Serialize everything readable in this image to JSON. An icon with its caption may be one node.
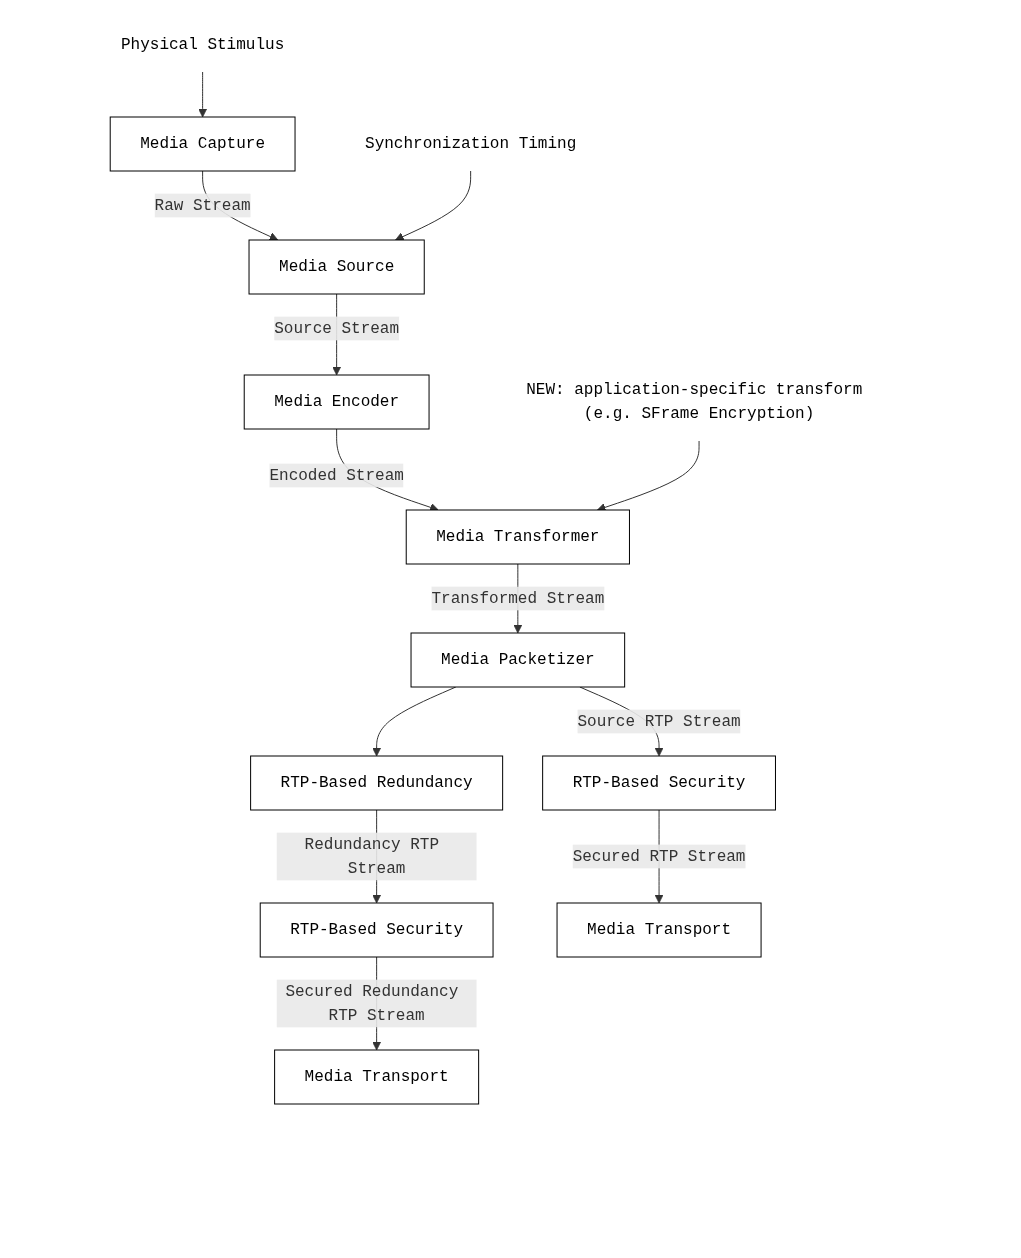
{
  "diagram": {
    "nodes": [
      {
        "text": [
          "Physical Stimulus"
        ]
      },
      {
        "text": [
          "Media Capture"
        ]
      },
      {
        "text": [
          "Media Source"
        ]
      },
      {
        "text": [
          "Synchronization Timing"
        ]
      },
      {
        "text": [
          "Media Encoder"
        ]
      },
      {
        "text": [
          "Media Transformer"
        ]
      },
      {
        "text": [
          "NEW: application-specific transform (e.g. SFrame Encryption)"
        ]
      },
      {
        "text": [
          "Media Packetizer"
        ]
      },
      {
        "text": [
          "RTP-Based Redundancy"
        ]
      },
      {
        "text": [
          "RTP-Based Security"
        ]
      },
      {
        "text": [
          "RTP-Based Security"
        ]
      },
      {
        "text": [
          "Media Transport"
        ]
      },
      {
        "text": [
          "Media Transport"
        ]
      }
    ],
    "edges": [
      {
        "from": 0,
        "to": 1,
        "arrow": "to"
      },
      {
        "from": 1,
        "to": 2,
        "arrow": "to",
        "label": "Raw Stream"
      },
      {
        "from": 3,
        "to": 2,
        "arrow": "to"
      },
      {
        "from": 2,
        "to": 4,
        "arrow": "to",
        "label": "Source Stream"
      },
      {
        "from": 4,
        "to": 5,
        "arrow": "to",
        "label": "Encoded Stream"
      },
      {
        "from": 6,
        "to": 5,
        "arrow": "to"
      },
      {
        "from": 5,
        "to": 7,
        "arrow": "to",
        "label": "Transformed Stream"
      },
      {
        "from": 7,
        "to": 8,
        "arrow": "to"
      },
      {
        "from": 7,
        "to": 9,
        "arrow": "to",
        "label": "Source RTP Stream"
      },
      {
        "from": 8,
        "to": 10,
        "arrow": "to",
        "label": "Redundancy RTP Stream"
      },
      {
        "from": 9,
        "to": 11,
        "arrow": "to",
        "label": "Secured RTP Stream"
      },
      {
        "from": 10,
        "to": 12,
        "arrow": "to",
        "label": "Secured Redundancy RTP Stream"
      }
    ]
  }
}
